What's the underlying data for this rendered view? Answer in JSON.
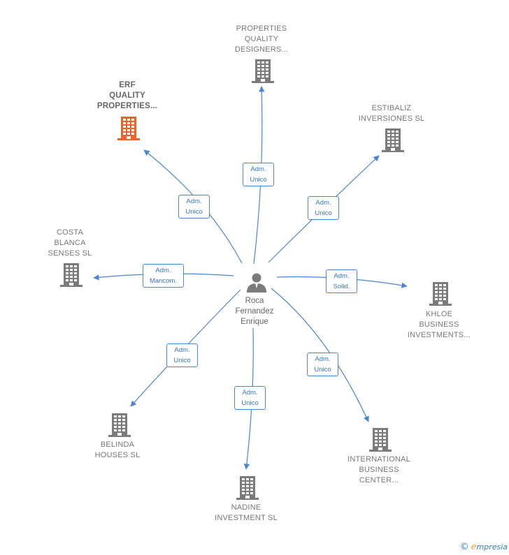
{
  "center": {
    "name_lines": [
      "Roca",
      "Fernandez",
      "Enrique"
    ],
    "icon": "person-icon"
  },
  "companies": [
    {
      "id": "properties-quality-designers",
      "lines": [
        "PROPERTIES",
        "QUALITY",
        "DESIGNERS..."
      ],
      "highlight": false,
      "icon": "building-icon"
    },
    {
      "id": "erf-quality-properties",
      "lines": [
        "ERF",
        "QUALITY",
        "PROPERTIES..."
      ],
      "highlight": true,
      "icon": "building-icon"
    },
    {
      "id": "estibaliz-inversiones",
      "lines": [
        "ESTIBALIZ",
        "INVERSIONES SL"
      ],
      "highlight": false,
      "icon": "building-icon"
    },
    {
      "id": "costa-blanca-senses",
      "lines": [
        "COSTA",
        "BLANCA",
        "SENSES  SL"
      ],
      "highlight": false,
      "icon": "building-icon"
    },
    {
      "id": "khloe-business-investments",
      "lines": [
        "KHLOE",
        "BUSINESS",
        "INVESTMENTS..."
      ],
      "highlight": false,
      "icon": "building-icon"
    },
    {
      "id": "belinda-houses",
      "lines": [
        "BELINDA",
        "HOUSES SL"
      ],
      "highlight": false,
      "icon": "building-icon"
    },
    {
      "id": "international-business-center",
      "lines": [
        "INTERNATIONAL",
        "BUSINESS",
        "CENTER..."
      ],
      "highlight": false,
      "icon": "building-icon"
    },
    {
      "id": "nadine-investment",
      "lines": [
        "NADINE",
        "INVESTMENT SL"
      ],
      "highlight": false,
      "icon": "building-icon"
    }
  ],
  "relations": [
    {
      "to": "properties-quality-designers",
      "lines": [
        "Adm.",
        "Unico"
      ]
    },
    {
      "to": "erf-quality-properties",
      "lines": [
        "Adm.",
        "Unico"
      ]
    },
    {
      "to": "estibaliz-inversiones",
      "lines": [
        "Adm.",
        "Unico"
      ]
    },
    {
      "to": "costa-blanca-senses",
      "lines": [
        "Adm.",
        "Mancom."
      ]
    },
    {
      "to": "khloe-business-investments",
      "lines": [
        "Adm.",
        "Solid."
      ]
    },
    {
      "to": "belinda-houses",
      "lines": [
        "Adm.",
        "Unico"
      ]
    },
    {
      "to": "international-business-center",
      "lines": [
        "Adm.",
        "Unico"
      ]
    },
    {
      "to": "nadine-investment",
      "lines": [
        "Adm.",
        "Unico"
      ]
    }
  ],
  "colors": {
    "edge": "#4a86d1",
    "building": "#7b7b7b",
    "building_highlight": "#f0622a",
    "person": "#7b7b7b"
  },
  "footer": {
    "copyright_symbol": "©",
    "brand_initial": "e",
    "brand_rest": "mpresia"
  }
}
